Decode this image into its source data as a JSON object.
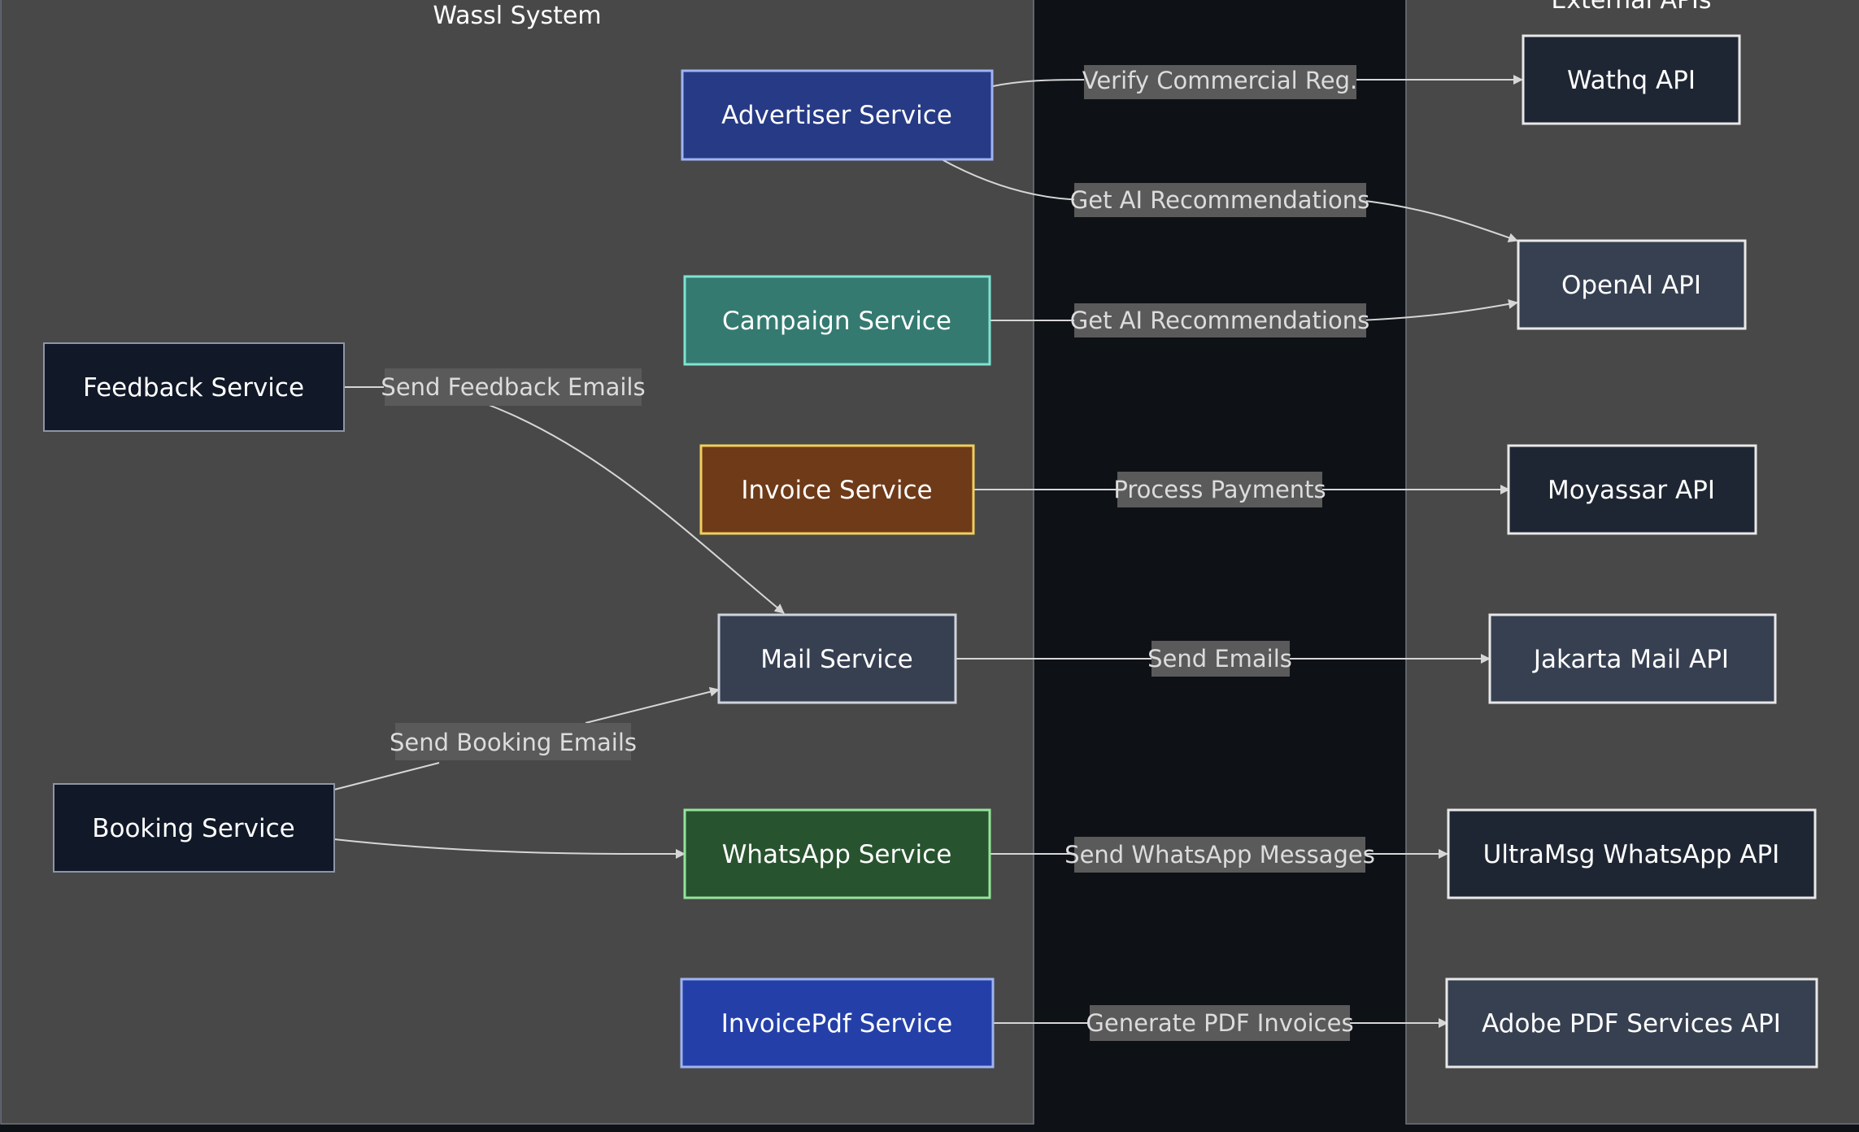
{
  "groups": {
    "system": {
      "title": "Wassl System"
    },
    "external": {
      "title": "External APIs"
    }
  },
  "nodes": {
    "advertiser": {
      "label": "Advertiser Service",
      "fill": "#263a85",
      "stroke": "#9fb4f2"
    },
    "campaign": {
      "label": "Campaign Service",
      "fill": "#347a70",
      "stroke": "#7fe3d2"
    },
    "feedback": {
      "label": "Feedback Service",
      "fill": "#111827",
      "stroke": "#8f95a6"
    },
    "invoice": {
      "label": "Invoice Service",
      "fill": "#6f3a18",
      "stroke": "#f0cf5d"
    },
    "mail": {
      "label": "Mail Service",
      "fill": "#374051",
      "stroke": "#cfd3dc"
    },
    "booking": {
      "label": "Booking Service",
      "fill": "#111827",
      "stroke": "#8f95a6"
    },
    "whatsapp": {
      "label": "WhatsApp Service",
      "fill": "#28532f",
      "stroke": "#93e49b"
    },
    "invoicepdf": {
      "label": "InvoicePdf Service",
      "fill": "#2440a8",
      "stroke": "#9fb4f2"
    },
    "wathq": {
      "label": "Wathq API",
      "fill": "#1f2633",
      "stroke": "#e8e8e8"
    },
    "openai": {
      "label": "OpenAI API",
      "fill": "#374051",
      "stroke": "#e8e8e8"
    },
    "moyassar": {
      "label": "Moyassar API",
      "fill": "#1f2633",
      "stroke": "#e8e8e8"
    },
    "jakarta": {
      "label": "Jakarta Mail API",
      "fill": "#374051",
      "stroke": "#e8e8e8"
    },
    "ultramsg": {
      "label": "UltraMsg WhatsApp API",
      "fill": "#1f2633",
      "stroke": "#e8e8e8"
    },
    "adobe": {
      "label": "Adobe PDF Services API",
      "fill": "#374051",
      "stroke": "#e8e8e8"
    }
  },
  "edges": {
    "verify_reg": {
      "label": "Verify Commercial Reg."
    },
    "ai_advertiser": {
      "label": "Get AI Recommendations"
    },
    "ai_campaign": {
      "label": "Get AI Recommendations"
    },
    "feedback_emails": {
      "label": "Send Feedback Emails"
    },
    "payments": {
      "label": "Process Payments"
    },
    "emails": {
      "label": "Send Emails"
    },
    "booking_emails": {
      "label": "Send Booking Emails"
    },
    "booking_whatsapp": {
      "label": ""
    },
    "whatsapp_messages": {
      "label": "Send WhatsApp Messages"
    },
    "pdf_invoices": {
      "label": "Generate PDF Invoices"
    }
  },
  "colors": {
    "group_fill": "#484848",
    "group_stroke": "#6f7680",
    "middle_band": "#0e1116",
    "edge": "#d6d6d6",
    "edge_label_bg": "#5a5a5a",
    "edge_label_text": "#dcdcdc",
    "node_text": "#ffffff",
    "group_title_text": "#ffffff"
  }
}
